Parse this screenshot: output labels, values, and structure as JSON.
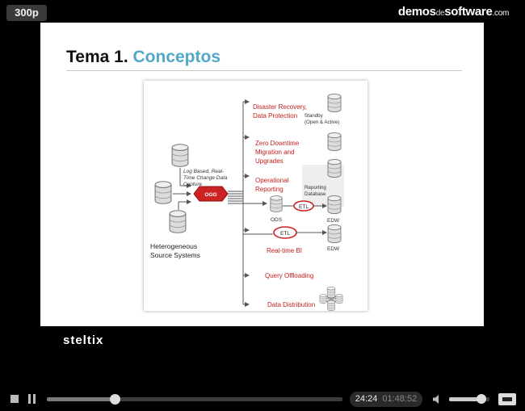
{
  "player": {
    "quality_badge": "300p",
    "brand": {
      "left": "demos",
      "mid": "de",
      "right": "software",
      "tld": ".com"
    },
    "footer_logo": "steltix",
    "elapsed": "24:24",
    "duration": "01:48:52",
    "progress": 0.23,
    "volume": 0.8,
    "colors": {
      "accent_title": "#52a8c8",
      "diagram_red": "#cc2222"
    }
  },
  "slide": {
    "title_prefix": "Tema 1.",
    "title_accent": "Conceptos"
  },
  "diagram": {
    "source_label_1": "Heterogeneous",
    "source_label_2": "Source Systems",
    "capture_label_1": "Log Based, Real-",
    "capture_label_2": "Time Change Data",
    "capture_label_3": "Capture",
    "hub": "OGG",
    "branch_1a": "Disaster Recovery,",
    "branch_1b": "Data Protection",
    "standby_1": "Standby",
    "standby_2": "(Open & Active)",
    "branch_2a": "Zero Downtime",
    "branch_2b": "Migration and",
    "branch_2c": "Upgrades",
    "branch_3a": "Operational",
    "branch_3b": "Reporting",
    "reporting_db_1": "Reporting",
    "reporting_db_2": "Database",
    "ods": "ODS",
    "etl_1": "ETL",
    "etl_2": "ETL",
    "edw_1": "EDW",
    "edw_2": "EDW",
    "branch_4": "Real-time BI",
    "branch_5": "Query Offloading",
    "branch_6": "Data Distribution"
  }
}
